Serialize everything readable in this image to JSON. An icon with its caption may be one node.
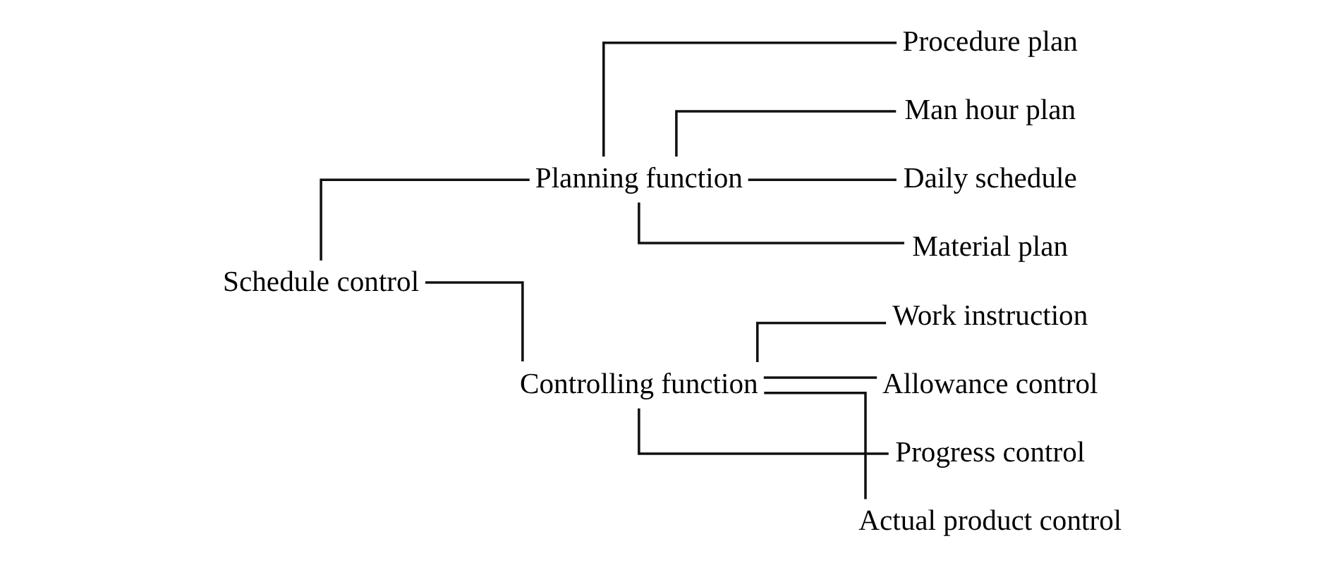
{
  "diagram": {
    "nodes": [
      {
        "text": [
          "Schedule control"
        ]
      },
      {
        "text": [
          "Planning function"
        ]
      },
      {
        "text": [
          "Controlling function"
        ]
      },
      {
        "text": [
          "Procedure plan"
        ]
      },
      {
        "text": [
          "Man hour plan"
        ]
      },
      {
        "text": [
          "Daily schedule"
        ]
      },
      {
        "text": [
          "Material plan"
        ]
      },
      {
        "text": [
          "Work instruction"
        ]
      },
      {
        "text": [
          "Allowance control"
        ]
      },
      {
        "text": [
          "Progress control"
        ]
      },
      {
        "text": [
          "Actual product control"
        ]
      }
    ],
    "edges": [
      {
        "from": 0,
        "to": 1,
        "arrow": "none"
      },
      {
        "from": 0,
        "to": 2,
        "arrow": "none"
      },
      {
        "from": 1,
        "to": 3,
        "arrow": "none"
      },
      {
        "from": 1,
        "to": 4,
        "arrow": "none"
      },
      {
        "from": 1,
        "to": 5,
        "arrow": "none"
      },
      {
        "from": 1,
        "to": 6,
        "arrow": "none"
      },
      {
        "from": 2,
        "to": 7,
        "arrow": "none"
      },
      {
        "from": 2,
        "to": 8,
        "arrow": "none"
      },
      {
        "from": 2,
        "to": 9,
        "arrow": "none"
      },
      {
        "from": 2,
        "to": 10,
        "arrow": "none"
      }
    ]
  }
}
